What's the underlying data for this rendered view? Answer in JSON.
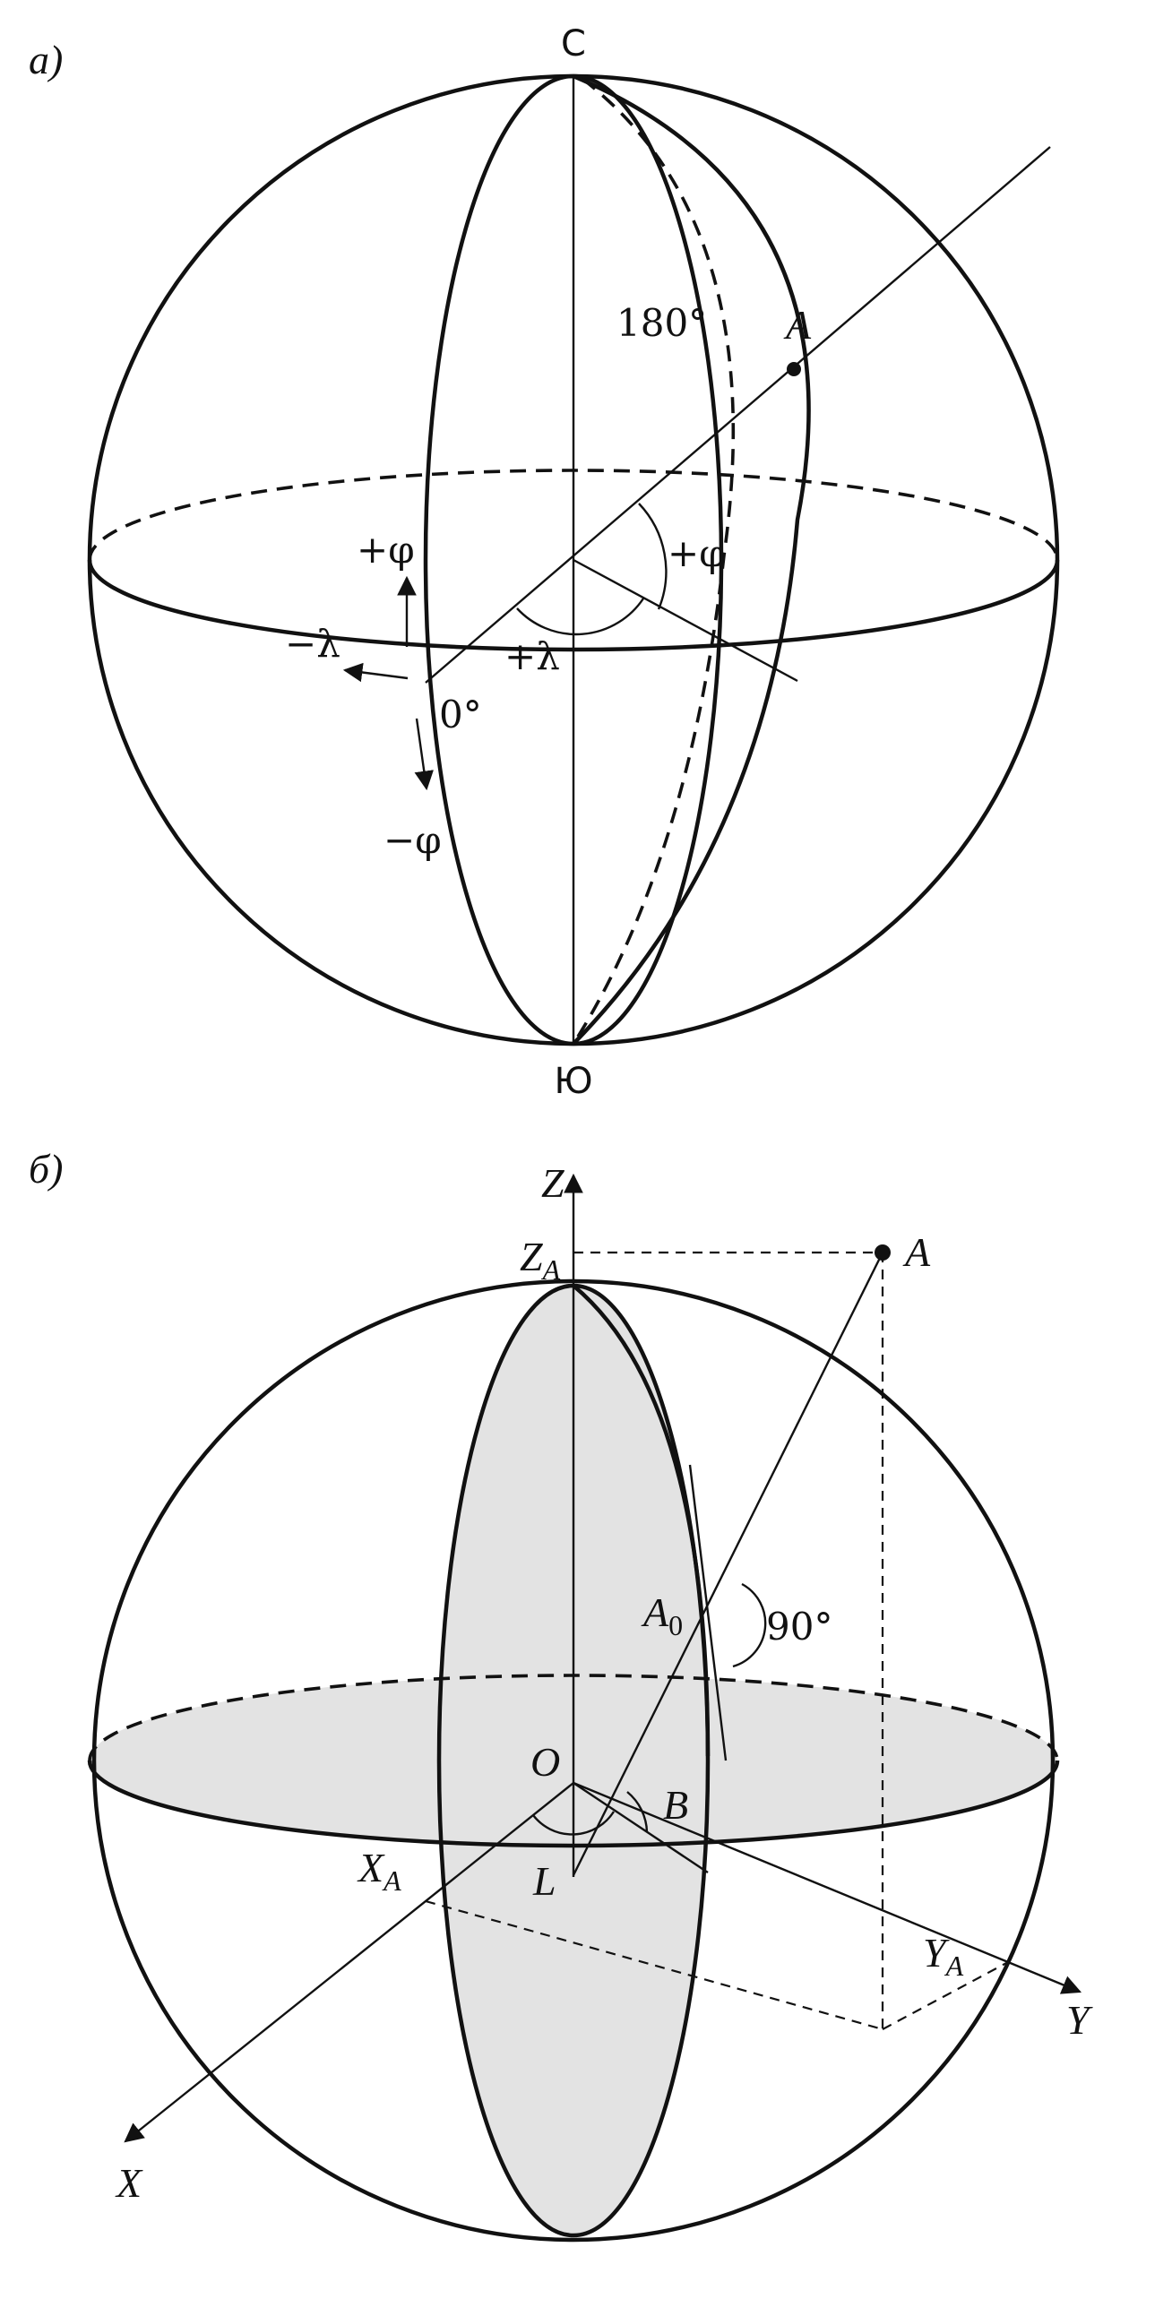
{
  "panel_a": {
    "label": "а)",
    "north": "С",
    "south": "Ю",
    "deg_180": "180°",
    "point_a": "A",
    "plus_phi_left": "+φ",
    "plus_phi_right": "+φ",
    "minus_lambda": "−λ",
    "plus_lambda": "+λ",
    "deg_0": "0°",
    "minus_phi": "−φ"
  },
  "panel_b": {
    "label": "б)",
    "z_axis": "Z",
    "z_a_main": "Z",
    "z_a_sub": "A",
    "point_a": "A",
    "a0_main": "A",
    "a0_sub": "0",
    "deg_90": "90°",
    "origin": "O",
    "angle_b": "B",
    "x_a_main": "X",
    "x_a_sub": "A",
    "angle_l": "L",
    "y_a_main": "Y",
    "y_a_sub": "A",
    "y_axis": "Y",
    "x_axis": "X"
  }
}
